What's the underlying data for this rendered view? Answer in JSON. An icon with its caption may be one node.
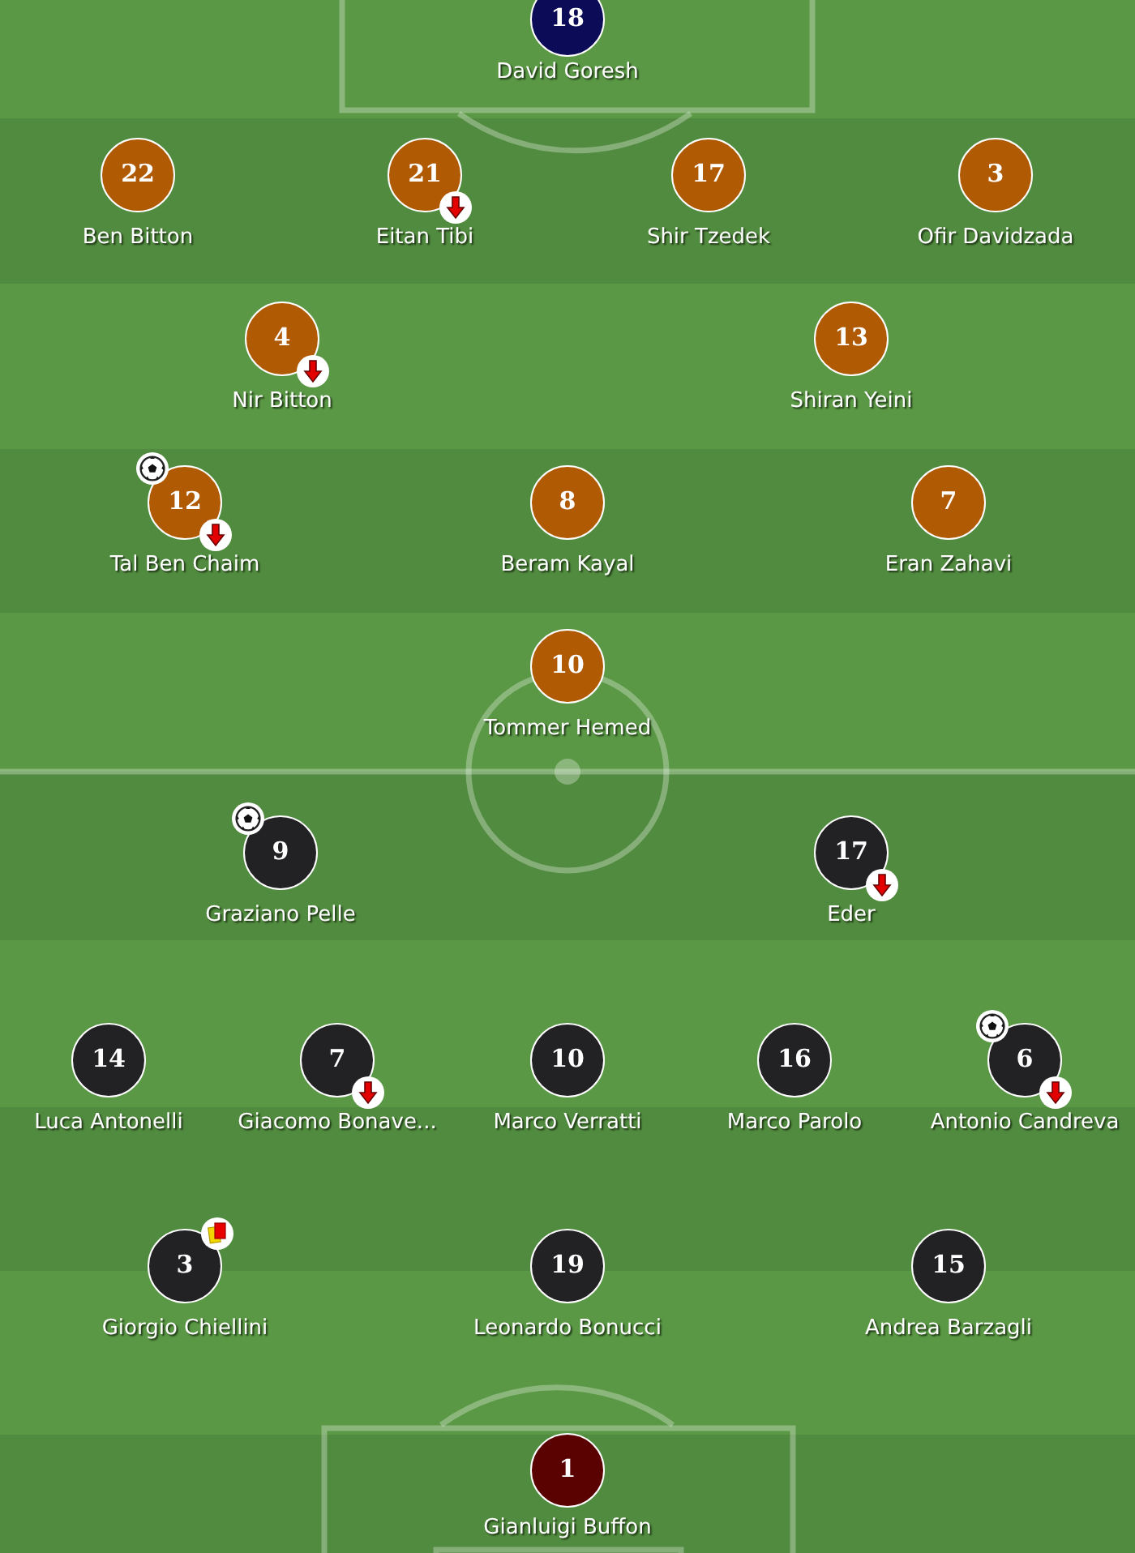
{
  "diagram": {
    "nodes": [
      {
        "text": [
          "18"
        ],
        "beside": [
          "David Goresh"
        ]
      },
      {
        "text": [
          "22"
        ],
        "beside": [
          "Ben Bitton"
        ]
      },
      {
        "text": [
          "21"
        ],
        "beside": [
          "Eitan Tibi"
        ]
      },
      {
        "text": [
          "17"
        ],
        "beside": [
          "Shir Tzedek"
        ]
      },
      {
        "text": [
          "3"
        ],
        "beside": [
          "Ofir Davidzada"
        ]
      },
      {
        "text": [
          "4"
        ],
        "beside": [
          "Nir Bitton"
        ]
      },
      {
        "text": [
          "13"
        ],
        "beside": [
          "Shiran Yeini"
        ]
      },
      {
        "text": [
          "12"
        ],
        "beside": [
          "Tal Ben Chaim"
        ]
      },
      {
        "text": [
          "8"
        ],
        "beside": [
          "Beram Kayal"
        ]
      },
      {
        "text": [
          "7"
        ],
        "beside": [
          "Eran Zahavi"
        ]
      },
      {
        "text": [
          "10"
        ],
        "beside": [
          "Tommer Hemed"
        ]
      },
      {
        "text": [
          "9"
        ],
        "beside": [
          "Graziano Pelle"
        ]
      },
      {
        "text": [
          "17"
        ],
        "beside": [
          "Eder"
        ]
      },
      {
        "text": [
          "14"
        ],
        "beside": [
          "Luca Antonelli"
        ]
      },
      {
        "text": [
          "7"
        ],
        "beside": [
          "Giacomo Bonave..."
        ]
      },
      {
        "text": [
          "10"
        ],
        "beside": [
          "Marco Verratti"
        ]
      },
      {
        "text": [
          "16"
        ],
        "beside": [
          "Marco Parolo"
        ]
      },
      {
        "text": [
          "6"
        ],
        "beside": [
          "Antonio Candreva"
        ]
      },
      {
        "text": [
          "3"
        ],
        "beside": [
          "Giorgio Chiellini"
        ]
      },
      {
        "text": [
          "19"
        ],
        "beside": [
          "Leonardo Bonucci"
        ]
      },
      {
        "text": [
          "15"
        ],
        "beside": [
          "Andrea Barzagli"
        ]
      },
      {
        "text": [
          "1"
        ],
        "beside": [
          "Gianluigi Buffon"
        ]
      }
    ]
  }
}
